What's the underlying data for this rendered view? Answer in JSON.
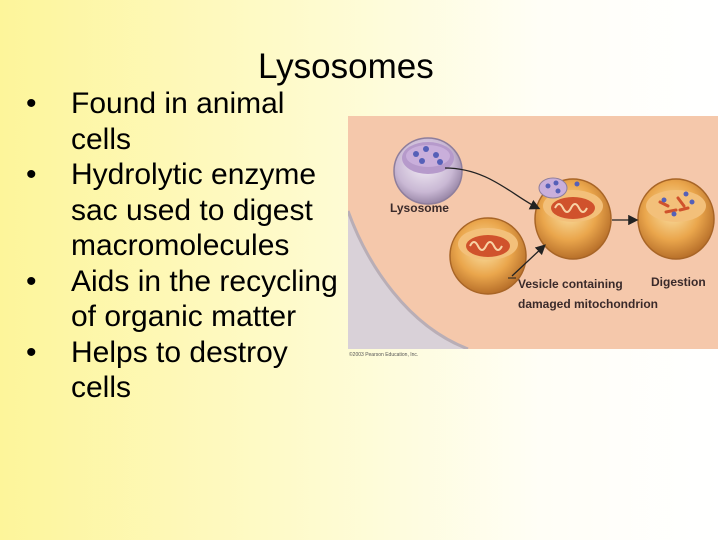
{
  "slide": {
    "title": "Lysosomes",
    "bullets": [
      "Found in animal cells",
      "Hydrolytic enzyme sac used to digest macromolecules",
      "Aids in the recycling of organic matter",
      "Helps to destroy cells"
    ]
  },
  "figure": {
    "labels": {
      "lysosome": "Lysosome",
      "vesicle_line1": "Vesicle containing",
      "vesicle_line2": "damaged mitochondrion",
      "digestion": "Digestion"
    },
    "copyright": "©2003 Pearson Education, Inc.",
    "colors": {
      "background": "#f5c6a8",
      "cytoplasm": "#d8d0d6",
      "vesicle": "#e8a44a",
      "mitochondrion": "#d0522c",
      "enzyme": "#5560b8"
    }
  }
}
